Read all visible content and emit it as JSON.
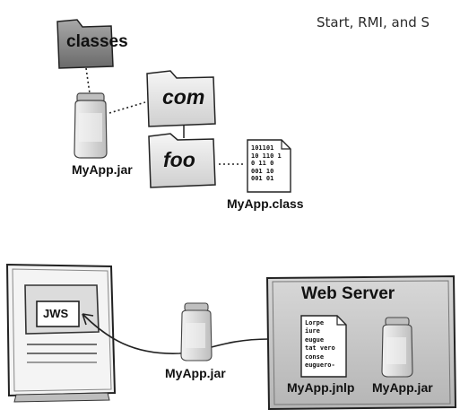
{
  "header_text": "Start, RMI, and S",
  "top_diagram": {
    "folders": [
      {
        "id": "classes",
        "label": "classes",
        "italic": false
      },
      {
        "id": "com",
        "label": "com",
        "italic": true
      },
      {
        "id": "foo",
        "label": "foo",
        "italic": true
      }
    ],
    "jar_label": "MyApp.jar",
    "class_file": {
      "label": "MyApp.class",
      "bits": [
        "101101",
        "10 110 1",
        "0 11 0",
        "001 10",
        "001 01"
      ]
    }
  },
  "bottom_diagram": {
    "client_screen_text": "JWS",
    "middle_jar_label": "MyApp.jar",
    "server": {
      "title": "Web Server",
      "jnlp_label": "MyApp.jnlp",
      "jar_label": "MyApp.jar",
      "jnlp_text": [
        "Lorpe",
        "iure",
        "eugue",
        "tat vero",
        "conse",
        "euguero-"
      ]
    }
  },
  "colors": {
    "folder_dark": "#8a8a8a",
    "folder_light": "#e8e8e8",
    "outline": "#222222",
    "server_bg": "#cfcfcf",
    "jar_body": "#e6e6e6"
  }
}
